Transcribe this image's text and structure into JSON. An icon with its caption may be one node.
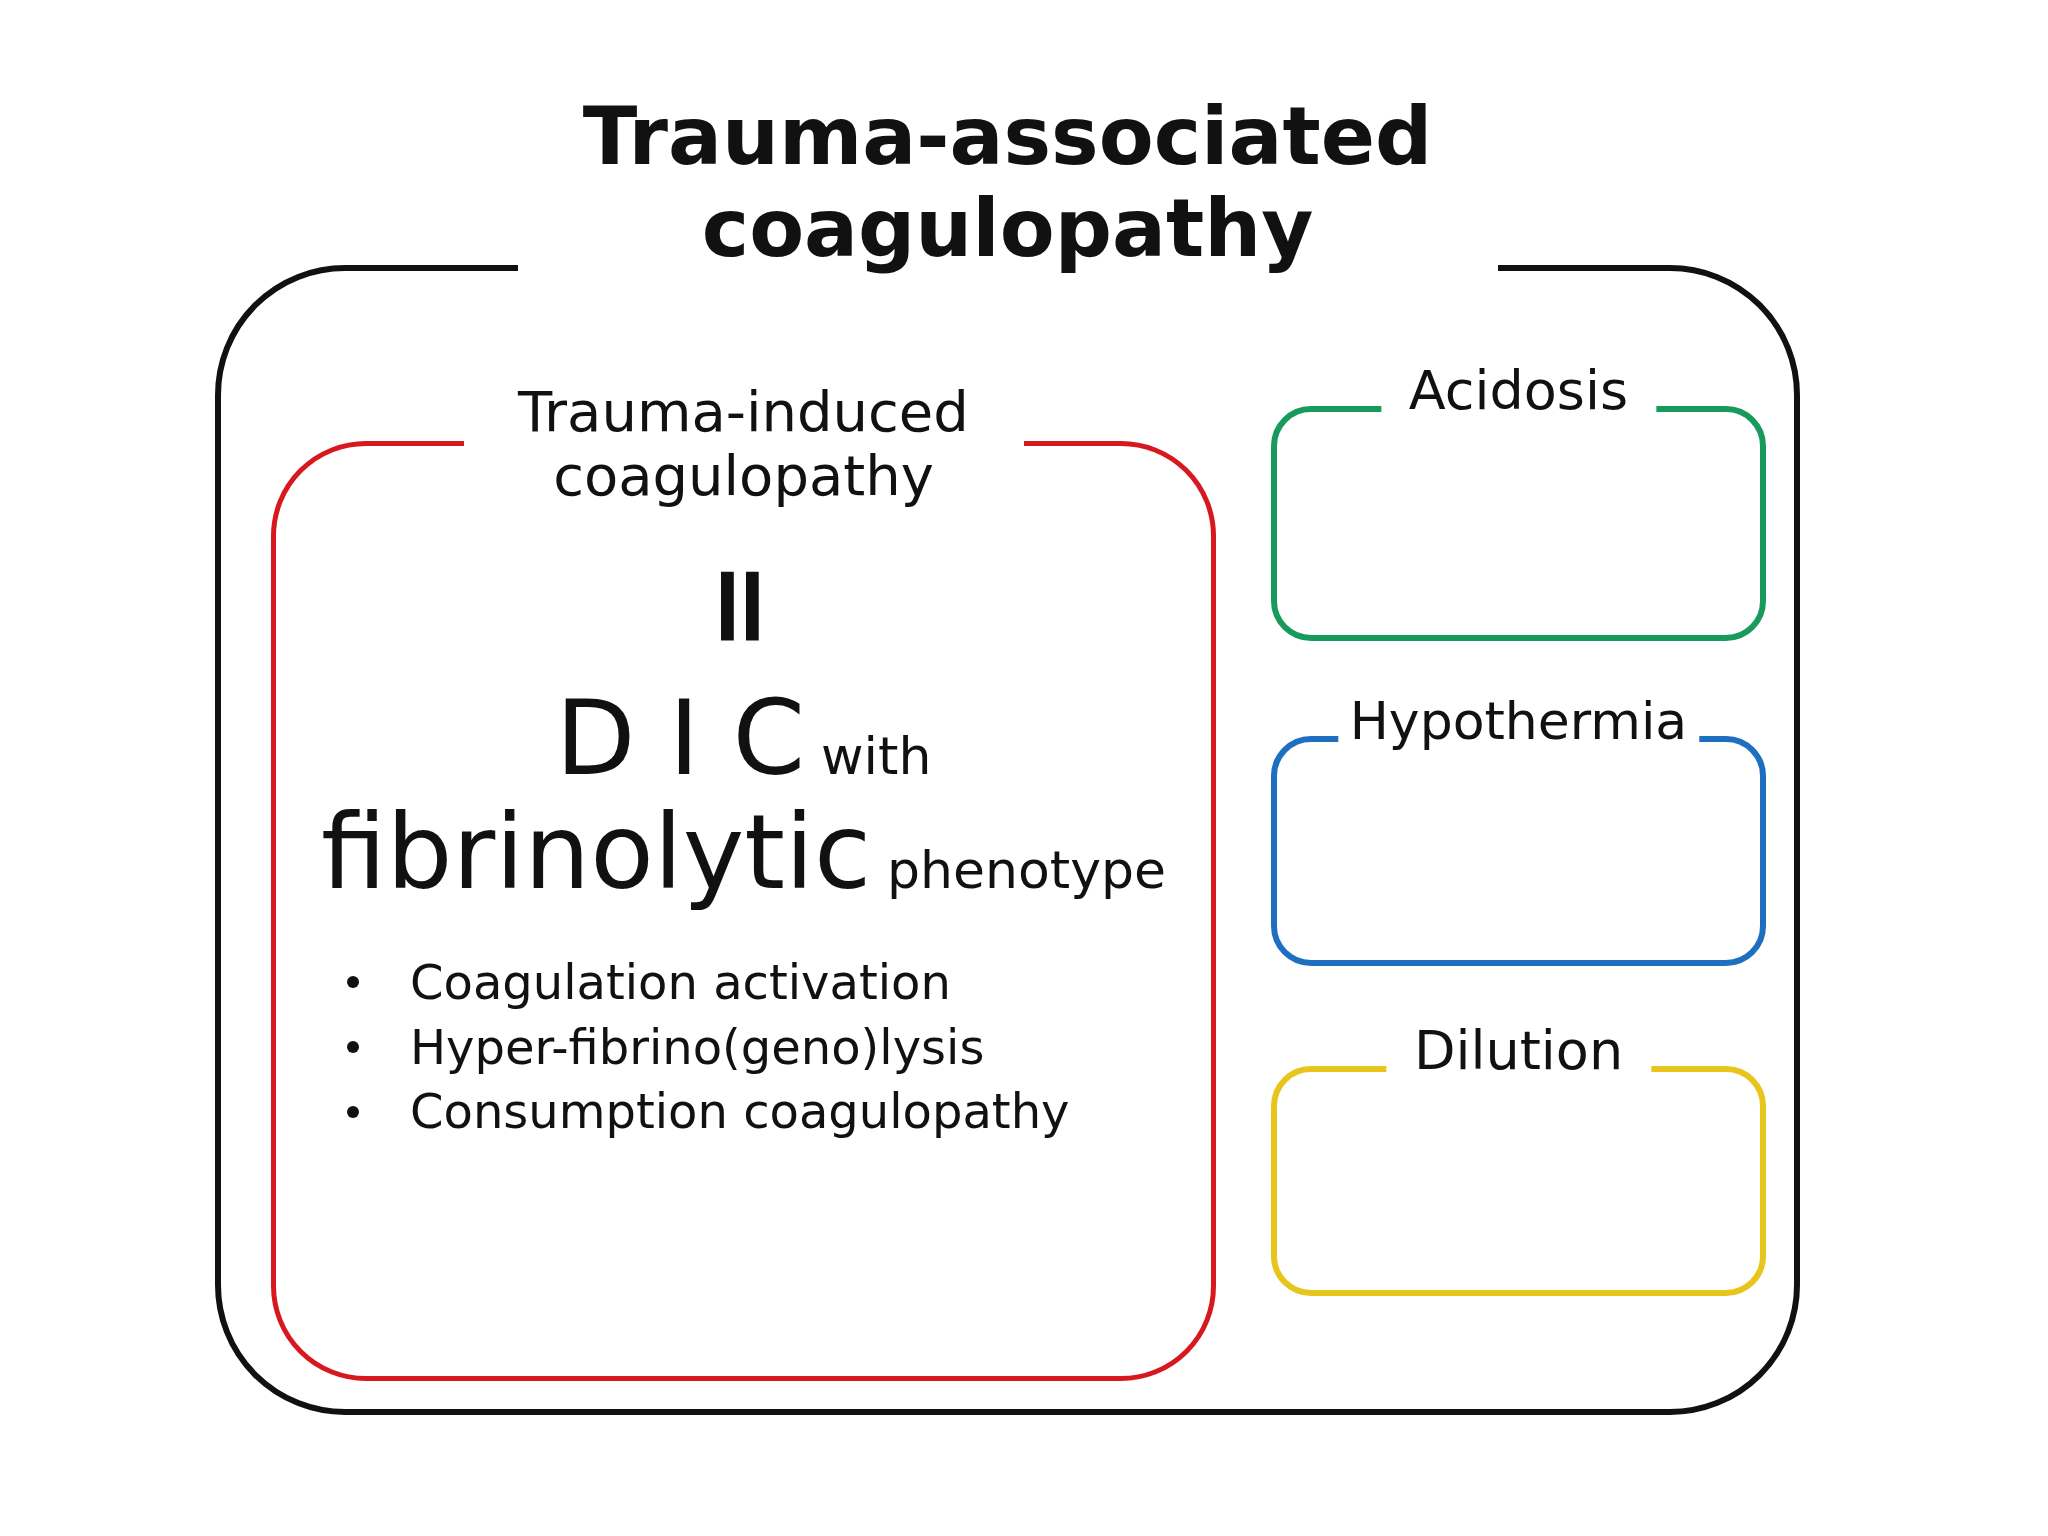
{
  "diagram": {
    "nodes": [
      {
        "text": [
          "Trauma-associated coagulopathy"
        ]
      },
      {
        "text": [
          "Trauma-induced coagulopathy",
          "=",
          "D I C",
          "with",
          "fibrinolytic",
          "phenotype",
          "Coagulation activation",
          "Hyper-fibrino(geno)lysis",
          "Consumption coagulopathy"
        ],
        "in": 0
      },
      {
        "text": [
          "Acidosis"
        ],
        "in": 0
      },
      {
        "text": [
          "Hypothermia"
        ],
        "in": 0
      },
      {
        "text": [
          "Dilution"
        ],
        "in": 0
      }
    ]
  }
}
